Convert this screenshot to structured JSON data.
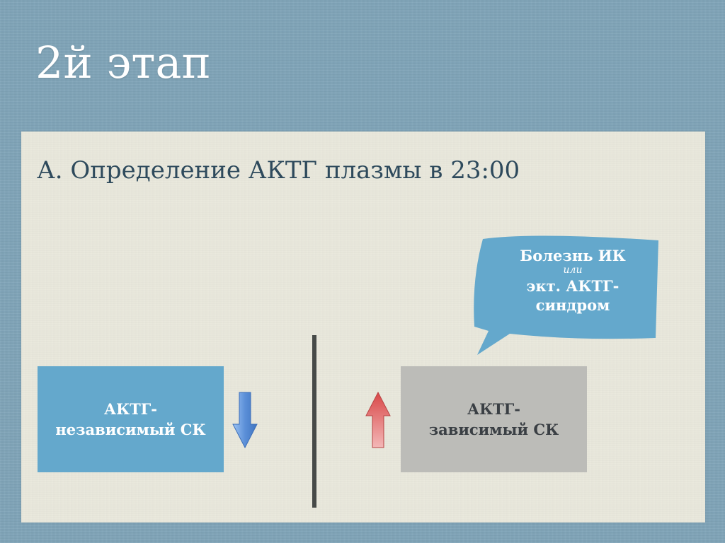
{
  "slide": {
    "title": "2й этап",
    "subtitle": "А. Определение АКТГ плазмы в 23:00"
  },
  "left_box": {
    "line1": "АКТГ-",
    "line2": "независимый СК",
    "color": "#64a8cc",
    "arrow_icon": "arrow-down-icon",
    "arrow_color": "#5b8fd8"
  },
  "right_box": {
    "line1": "АКТГ-",
    "line2": "зависимый СК",
    "color": "#bcbcb8",
    "arrow_icon": "arrow-up-icon",
    "arrow_color": "#e06a6a"
  },
  "callout": {
    "line1": "Болезнь ИК",
    "connector": "или",
    "line2": "экт. АКТГ-",
    "line3": "синдром",
    "color": "#64a8cc"
  },
  "colors": {
    "background": "#7fa4b8",
    "panel": "#ebeade",
    "subtitle_text": "#2e4a5c",
    "divider": "#474a48"
  }
}
